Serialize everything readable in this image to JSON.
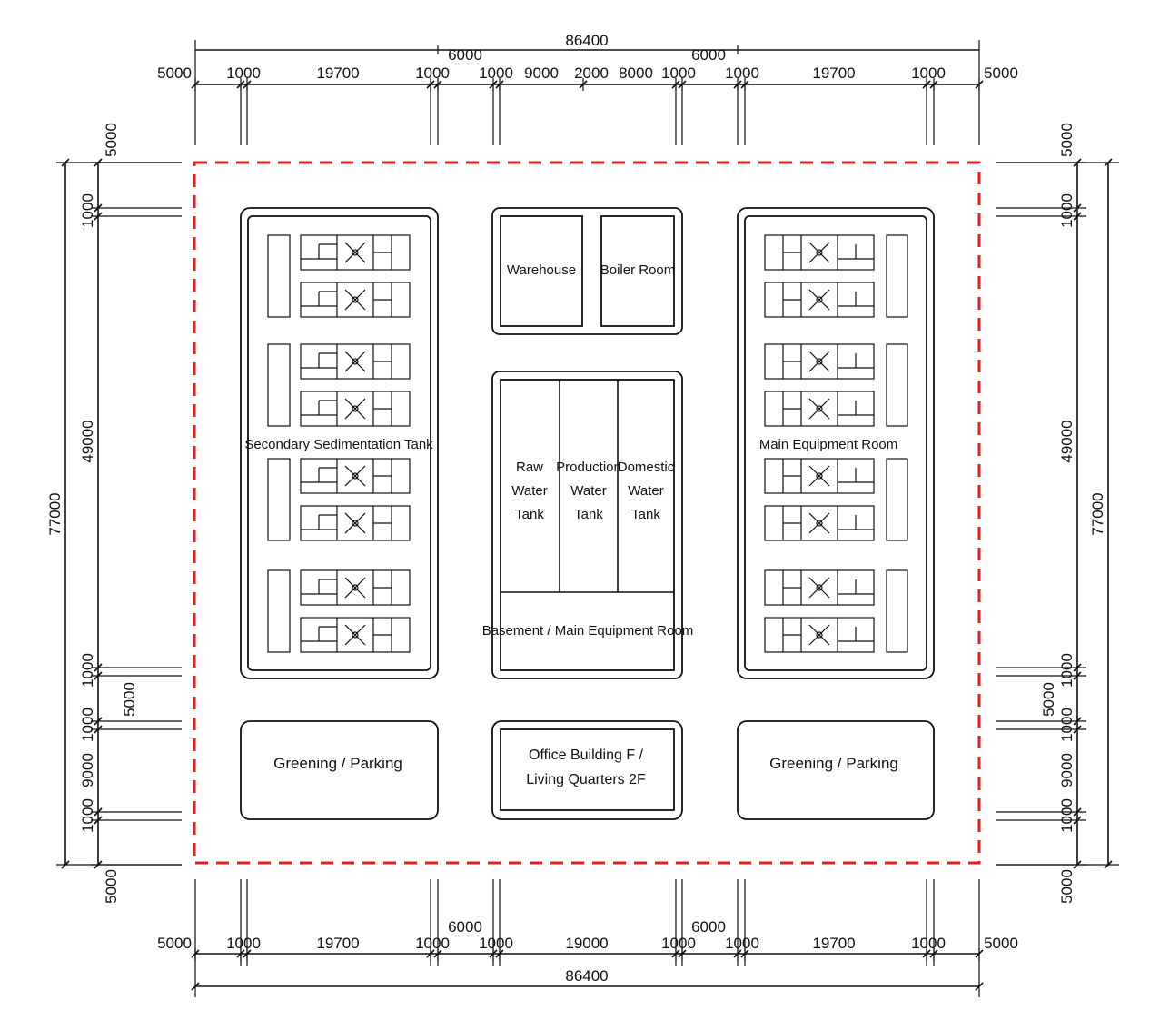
{
  "top_dims": {
    "total": "86400",
    "span_a": "6000",
    "span_b": "6000",
    "segments": [
      "5000",
      "1000",
      "19700",
      "1000",
      "1000",
      "9000",
      "2000",
      "8000",
      "1000",
      "1000",
      "19700",
      "1000",
      "5000"
    ]
  },
  "bottom_dims": {
    "total": "86400",
    "span_a": "6000",
    "span_b": "6000",
    "segments": [
      "5000",
      "1000",
      "19700",
      "1000",
      "1000",
      "19000",
      "1000",
      "1000",
      "19700",
      "1000",
      "5000"
    ]
  },
  "left_dims": {
    "total": "77000",
    "segments": [
      "5000",
      "1000",
      "49000",
      "1000",
      "5000",
      "1000",
      "9000",
      "1000",
      "5000"
    ]
  },
  "right_dims": {
    "total": "77000",
    "segments": [
      "5000",
      "1000",
      "49000",
      "1000",
      "5000",
      "1000",
      "9000",
      "1000",
      "5000"
    ]
  },
  "rooms": {
    "secondary_sedimentation": "Secondary Sedimentation Tank",
    "warehouse": "Warehouse",
    "boiler_room": "Boiler Room",
    "raw_water_tank": [
      "Raw",
      "Water",
      "Tank"
    ],
    "production_water_tank": [
      "Production",
      "Water",
      "Tank"
    ],
    "domestic_water_tank": [
      "Domestic",
      "Water",
      "Tank"
    ],
    "basement": "Basement / Main Equipment Room",
    "main_equipment_room": "Main Equipment Room",
    "greening_left": "Greening / Parking",
    "greening_right": "Greening / Parking",
    "office": [
      "Office Building F /",
      "Living Quarters 2F"
    ]
  },
  "colors": {
    "boundary": "#e41e1e",
    "line": "#111111"
  }
}
